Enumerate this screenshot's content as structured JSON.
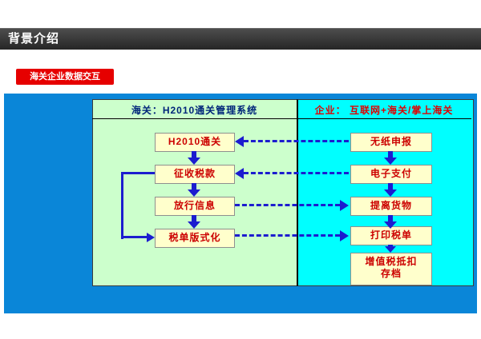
{
  "page": {
    "title_bar": "背景介绍",
    "badge": "海关企业数据交互"
  },
  "diagram": {
    "left_header": "海关：H2010通关管理系统",
    "right_header": "企业： 互联网+海关/掌上海关",
    "left_nodes": [
      "H2010通关",
      "征收税款",
      "放行信息",
      "税单版式化"
    ],
    "right_nodes": [
      "无纸申报",
      "电子支付",
      "提离货物",
      "打印税单",
      "增值税抵扣\n存档"
    ]
  },
  "colors": {
    "main_background": "#0a86d8",
    "customs_panel": "#ccffcc",
    "enterprise_panel": "#00ffff",
    "node_fill": "#ffffcc",
    "node_text": "#cc0000",
    "arrow": "#1c1ccf",
    "badge": "#e60000",
    "title_band": "#333333",
    "customs_header_text": "#00257a",
    "enterprise_header_text": "#e00000"
  }
}
